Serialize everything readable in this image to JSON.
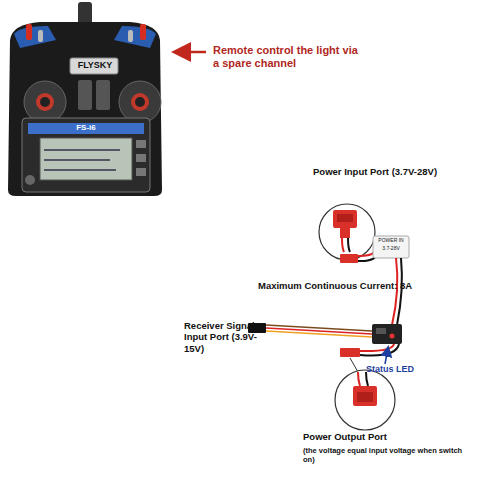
{
  "diagram": {
    "labels": [
      "FLYSKY",
      "FS-i6",
      "Remote control the light via a spare channel",
      "Power Input Port (3.7V-28V)",
      "POWER IN",
      "3.7-28V",
      "Maximum Continuous Current: 8A",
      "Receiver Signal Input Port (3.9V-15V)",
      "Status LED",
      "Power Output Port",
      "(the voltage equal input voltage when switch on)"
    ]
  }
}
